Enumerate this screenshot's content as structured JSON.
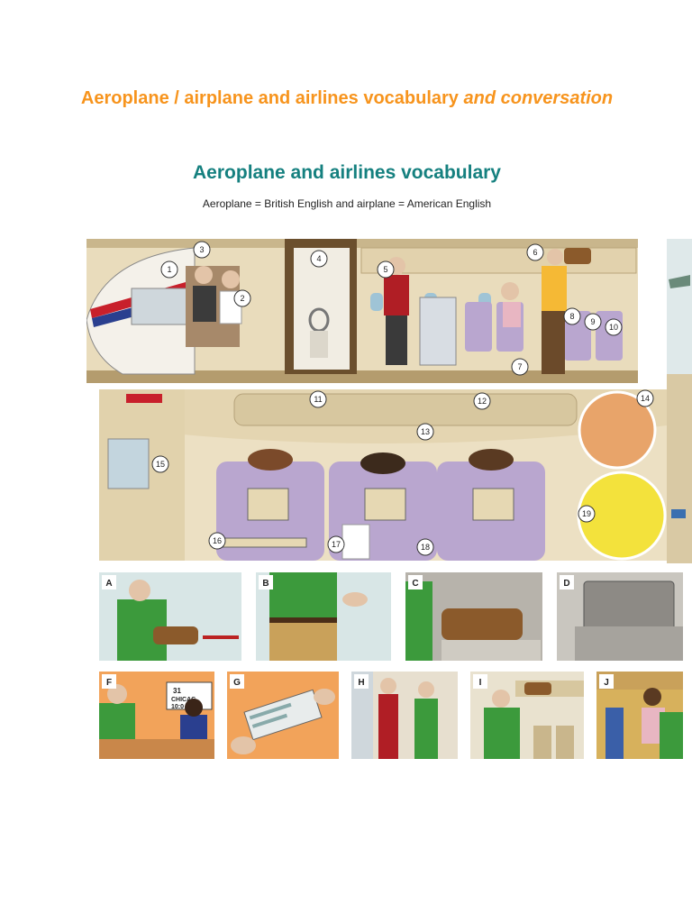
{
  "heading": {
    "main": "Aeroplane / airplane and airlines vocabulary",
    "italic": "and conversation"
  },
  "subheading": "Aeroplane and airlines vocabulary",
  "note": "Aeroplane = British English and airplane = American English",
  "illustration": {
    "top_callouts": [
      "1",
      "2",
      "3",
      "4",
      "5",
      "6",
      "7",
      "8",
      "9",
      "10"
    ],
    "middle_callouts": [
      "11",
      "12",
      "13",
      "14",
      "15",
      "16",
      "17",
      "18",
      "19"
    ],
    "panel_labels": [
      "A",
      "B",
      "C",
      "D",
      "F",
      "G",
      "H",
      "I",
      "J"
    ],
    "sign_text": [
      "31",
      "CHICAG",
      "10:0"
    ]
  },
  "colors": {
    "heading": "#f7941d",
    "subheading": "#15807f",
    "seat_purple": "#b9a6cf",
    "cabin_beige": "#e9dcbc"
  }
}
